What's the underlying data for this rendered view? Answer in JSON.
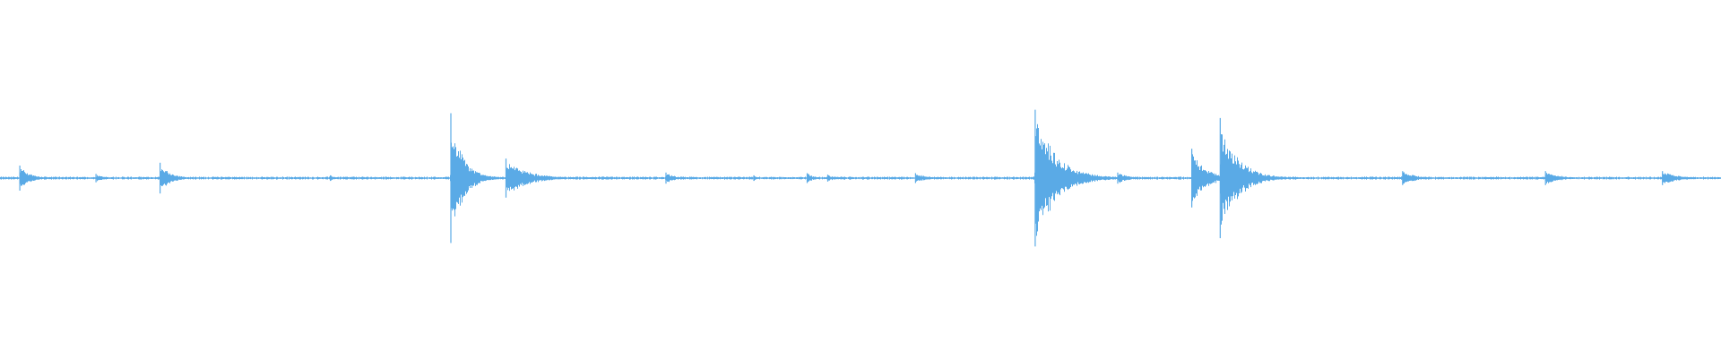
{
  "chart_data": {
    "type": "area",
    "title": "",
    "xlabel": "",
    "ylabel": "",
    "xlim": [
      0,
      1
    ],
    "ylim": [
      -1,
      1
    ],
    "grid": false,
    "legend": "none",
    "color": "#5aaae6",
    "baseline_amplitude": 0.015,
    "transients": [
      {
        "t": 0.0115,
        "amp": 0.18,
        "decay": 0.006
      },
      {
        "t": 0.0558,
        "amp": 0.06,
        "decay": 0.005
      },
      {
        "t": 0.093,
        "amp": 0.22,
        "decay": 0.006
      },
      {
        "t": 0.192,
        "amp": 0.04,
        "decay": 0.003
      },
      {
        "t": 0.262,
        "amp": 0.93,
        "decay": 0.007
      },
      {
        "t": 0.294,
        "amp": 0.28,
        "decay": 0.012
      },
      {
        "t": 0.387,
        "amp": 0.08,
        "decay": 0.005
      },
      {
        "t": 0.438,
        "amp": 0.04,
        "decay": 0.002
      },
      {
        "t": 0.469,
        "amp": 0.07,
        "decay": 0.004
      },
      {
        "t": 0.481,
        "amp": 0.05,
        "decay": 0.004
      },
      {
        "t": 0.532,
        "amp": 0.07,
        "decay": 0.007
      },
      {
        "t": 0.6015,
        "amp": 0.98,
        "decay": 0.012
      },
      {
        "t": 0.6495,
        "amp": 0.08,
        "decay": 0.007
      },
      {
        "t": 0.6925,
        "amp": 0.42,
        "decay": 0.008
      },
      {
        "t": 0.709,
        "amp": 0.86,
        "decay": 0.01
      },
      {
        "t": 0.815,
        "amp": 0.1,
        "decay": 0.008
      },
      {
        "t": 0.898,
        "amp": 0.1,
        "decay": 0.008
      },
      {
        "t": 0.966,
        "amp": 0.1,
        "decay": 0.009
      }
    ]
  }
}
